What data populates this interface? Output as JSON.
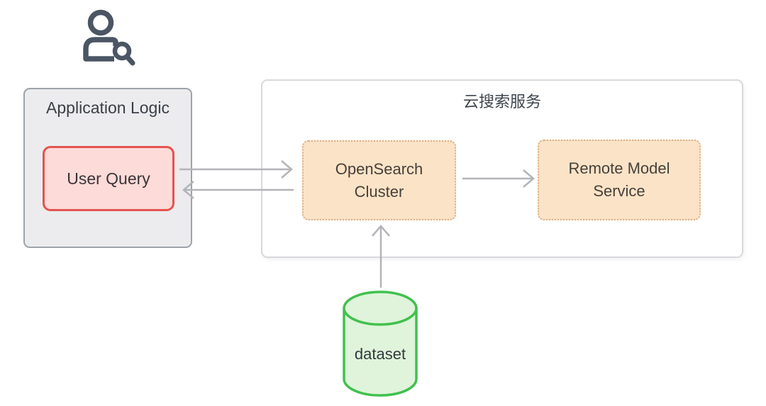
{
  "application_logic": {
    "title": "Application Logic",
    "user_query": "User Query"
  },
  "cloud_service": {
    "title": "云搜索服务",
    "opensearch": "OpenSearch Cluster",
    "remote_model": "Remote Model Service"
  },
  "dataset": {
    "label": "dataset"
  },
  "icons": {
    "user_search": "person-with-magnifying-glass",
    "dataset_shape": "database-cylinder"
  },
  "connections": [
    {
      "from": "user-query",
      "to": "opensearch-cluster",
      "direction": "right"
    },
    {
      "from": "opensearch-cluster",
      "to": "user-query",
      "direction": "left"
    },
    {
      "from": "opensearch-cluster",
      "to": "remote-model-service",
      "direction": "right"
    },
    {
      "from": "dataset",
      "to": "opensearch-cluster",
      "direction": "up"
    }
  ],
  "colors": {
    "app_box_fill": "#ececee",
    "app_box_border": "#9ca3ab",
    "query_fill": "#fcdbd9",
    "query_border": "#e4544f",
    "service_fill": "#fbe3c7",
    "service_border": "#dcae85",
    "container_border": "#d9d9dd",
    "dataset_fill": "#dff4da",
    "dataset_border": "#41c14d",
    "arrow": "#b3b4b8",
    "icon": "#4b5563",
    "text_dark": "#3a3f45"
  }
}
